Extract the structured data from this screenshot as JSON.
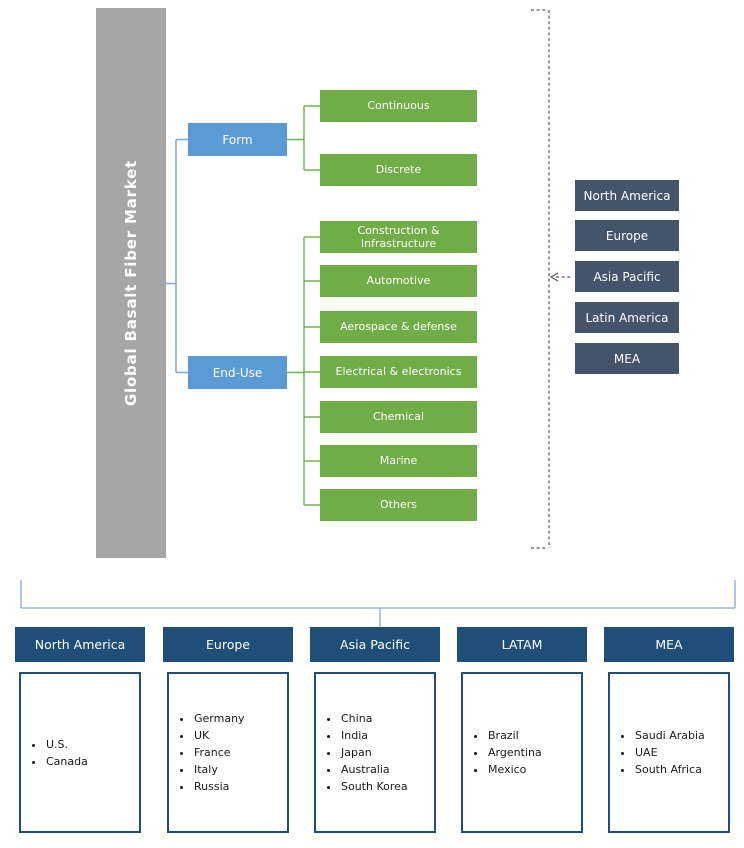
{
  "root": {
    "label": "Global Basalt Fiber Market"
  },
  "colors": {
    "root_bar": "#a6a6a6",
    "segment_blue": "#5b9bd5",
    "leaf_green": "#70ad47",
    "side_region_slate": "#44546a",
    "bottom_header_navy": "#1f4e79",
    "connector_blue": "#7ca7d8",
    "connector_green": "#76b050",
    "bracket_light_blue": "#95b3d7",
    "dashed_line_gray": "#595959"
  },
  "segments": [
    {
      "label": "Form",
      "children": [
        "Continuous",
        "Discrete"
      ]
    },
    {
      "label": "End-Use",
      "children": [
        "Construction & Infrastructure",
        "Automotive",
        "Aerospace & defense",
        "Electrical & electronics",
        "Chemical",
        "Marine",
        "Others"
      ]
    }
  ],
  "regions_side": [
    "North America",
    "Europe",
    "Asia Pacific",
    "Latin America",
    "MEA"
  ],
  "regions_bottom": [
    {
      "label": "North America",
      "items": [
        "U.S.",
        "Canada"
      ]
    },
    {
      "label": "Europe",
      "items": [
        "Germany",
        "UK",
        "France",
        "Italy",
        "Russia"
      ]
    },
    {
      "label": "Asia Pacific",
      "items": [
        "China",
        "India",
        "Japan",
        "Australia",
        "South Korea"
      ]
    },
    {
      "label": "LATAM",
      "items": [
        "Brazil",
        "Argentina",
        "Mexico"
      ]
    },
    {
      "label": "MEA",
      "items": [
        "Saudi Arabia",
        "UAE",
        "South Africa"
      ]
    }
  ]
}
